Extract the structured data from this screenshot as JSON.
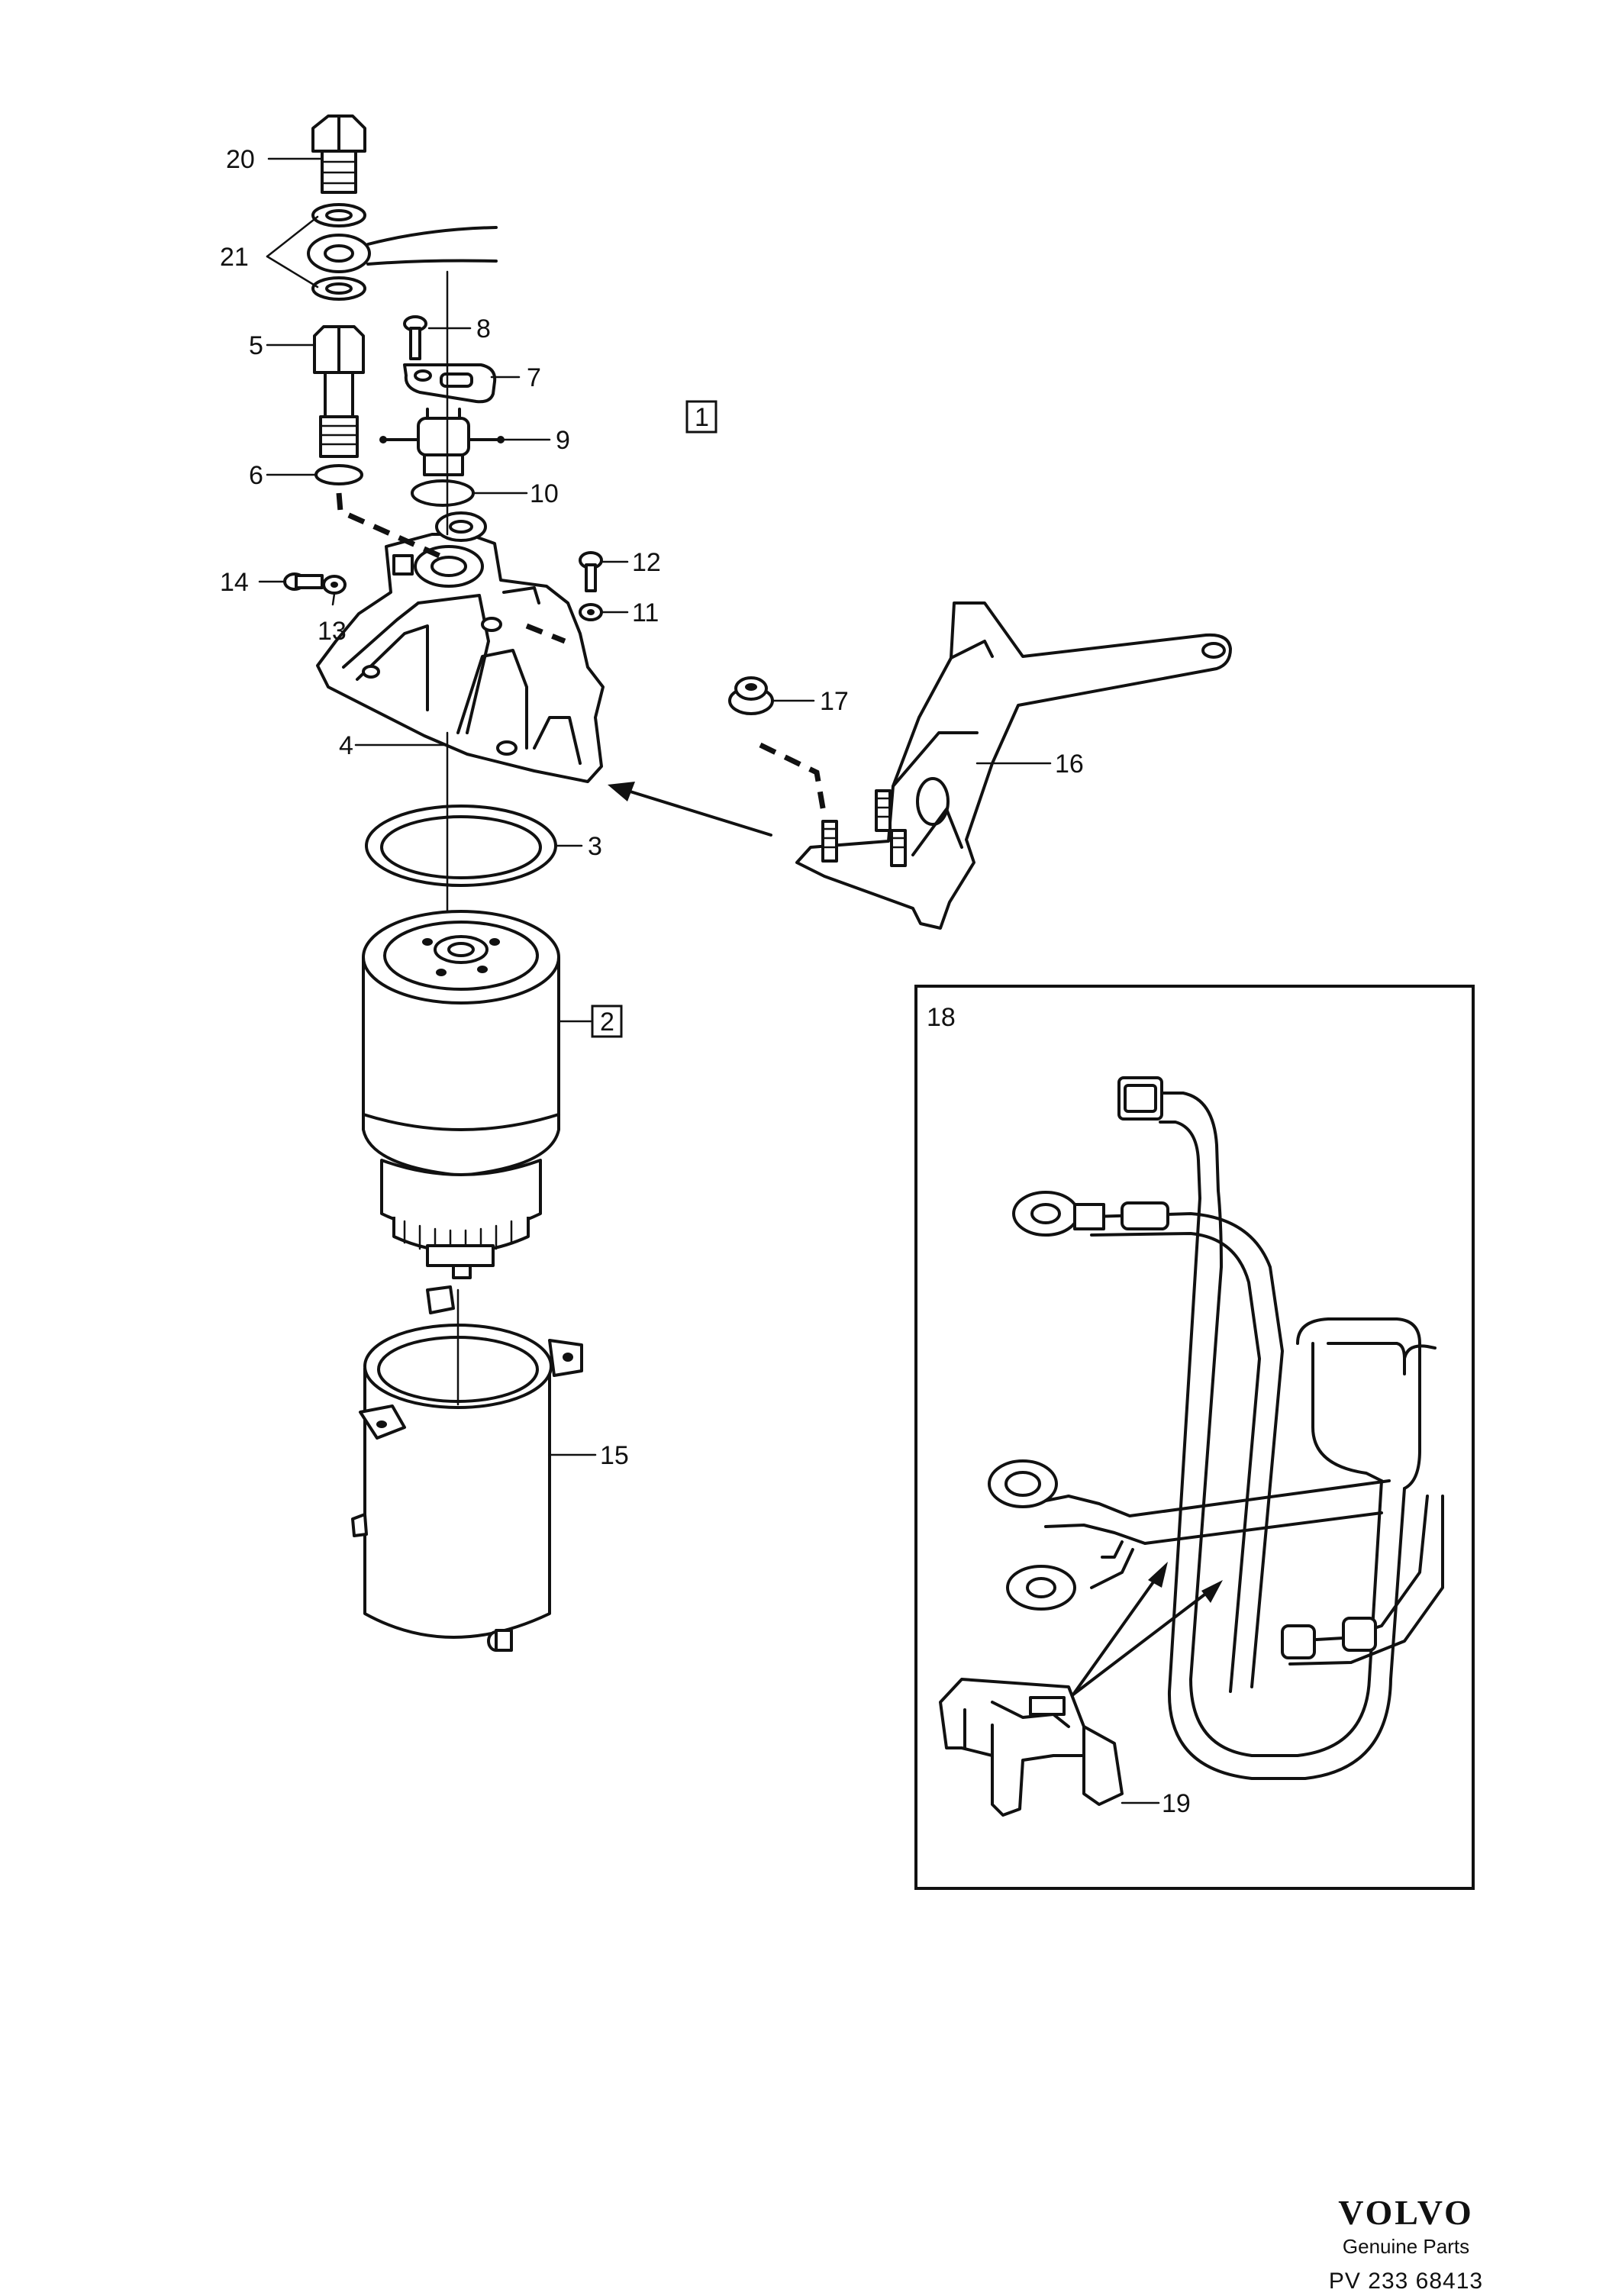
{
  "callouts": {
    "c1": "1",
    "c2": "2",
    "c3": "3",
    "c4": "4",
    "c5": "5",
    "c6": "6",
    "c7": "7",
    "c8": "8",
    "c9": "9",
    "c10": "10",
    "c11": "11",
    "c12": "12",
    "c13": "13",
    "c14": "14",
    "c15": "15",
    "c16": "16",
    "c17": "17",
    "c18": "18",
    "c19": "19",
    "c20": "20",
    "c21": "21"
  },
  "footer": {
    "brand": "VOLVO",
    "tagline": "Genuine Parts",
    "code": "PV 233 68413"
  }
}
